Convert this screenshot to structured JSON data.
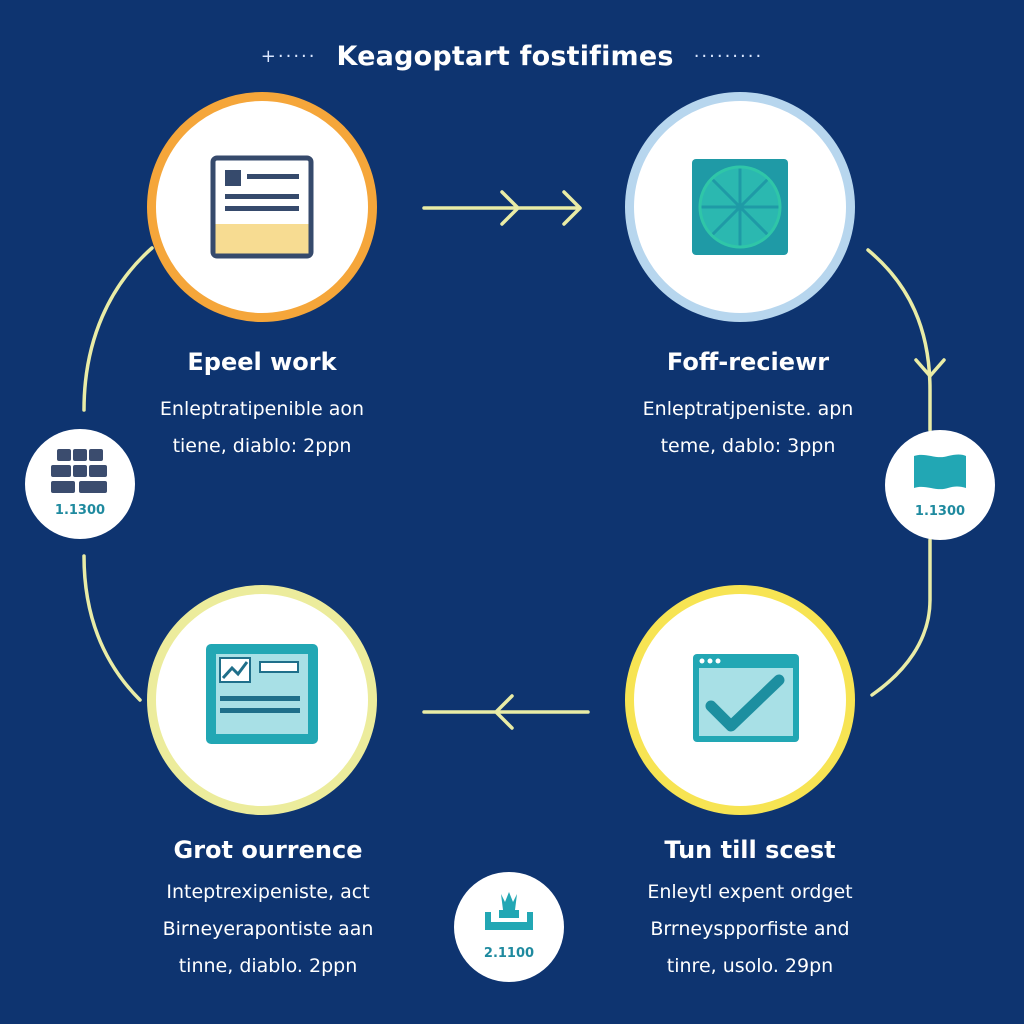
{
  "title": {
    "text": "Keagoptart fostifimes",
    "left_deco": "+·····",
    "right_deco": "·········"
  },
  "steps": [
    {
      "title": "Epeel work",
      "desc": [
        "Enleptratipenible aon",
        "tiene, diablo: 2ppn"
      ],
      "icon": "document-icon",
      "ring_color": "#f5a63a"
    },
    {
      "title": "Foff-reciewr",
      "desc": [
        "Enleptratjpeniste. apn",
        "teme, dablo: 3ppn"
      ],
      "icon": "aperture-icon",
      "ring_color": "#b7d6ee"
    },
    {
      "title": "Grot ourrence",
      "desc": [
        "Inteptrexipeniste, act",
        "Birneyerapontiste aan",
        "tinne, diablo. 2ppn"
      ],
      "icon": "chart-window-icon",
      "ring_color": "#ecec9c"
    },
    {
      "title": "Tun till scest",
      "desc": [
        "Enleytl expent ordget",
        "Brrneyspporfiste and",
        "tinre, usolo. 29pn"
      ],
      "icon": "checkmark-window-icon",
      "ring_color": "#f7e453"
    }
  ],
  "badges": [
    {
      "label": "1.1300",
      "icon": "blocks-icon"
    },
    {
      "label": "1.1300",
      "icon": "flag-icon"
    },
    {
      "label": "2.1100",
      "icon": "plant-icon"
    }
  ],
  "colors": {
    "background": "#0e3470",
    "connector": "#e9eca6",
    "teal": "#22a7b4",
    "navy": "#364a6c"
  }
}
